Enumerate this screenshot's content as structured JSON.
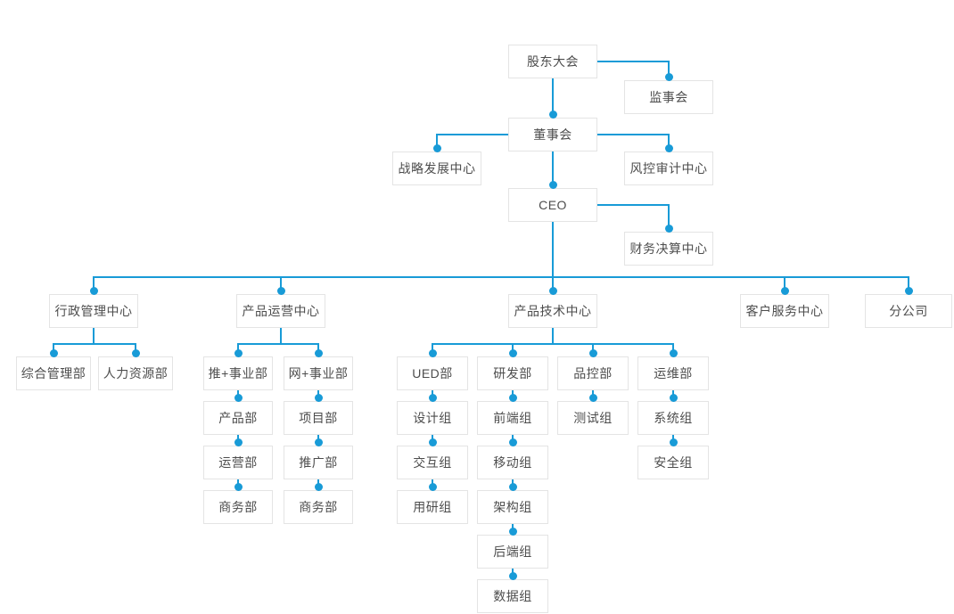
{
  "colors": {
    "connector_blue": "#189bd7",
    "node_border": "#e4e4e4",
    "node_text": "#4d4d4d",
    "background": "#ffffff"
  },
  "org": {
    "nodes": [
      {
        "id": "shareholders-meeting",
        "label": "股东大会",
        "parent": null
      },
      {
        "id": "supervisory-board",
        "label": "监事会",
        "parent": "shareholders-meeting"
      },
      {
        "id": "board-of-directors",
        "label": "董事会",
        "parent": "shareholders-meeting"
      },
      {
        "id": "strategy-development-center",
        "label": "战略发展中心",
        "parent": "board-of-directors"
      },
      {
        "id": "risk-audit-center",
        "label": "风控审计中心",
        "parent": "board-of-directors"
      },
      {
        "id": "ceo",
        "label": "CEO",
        "parent": "board-of-directors"
      },
      {
        "id": "finance-settlement-center",
        "label": "财务决算中心",
        "parent": "ceo"
      },
      {
        "id": "admin-management-center",
        "label": "行政管理中心",
        "parent": "ceo"
      },
      {
        "id": "product-operation-center",
        "label": "产品运营中心",
        "parent": "ceo"
      },
      {
        "id": "product-technology-center",
        "label": "产品技术中心",
        "parent": "ceo"
      },
      {
        "id": "customer-service-center",
        "label": "客户服务中心",
        "parent": "ceo"
      },
      {
        "id": "branch-company",
        "label": "分公司",
        "parent": "ceo"
      },
      {
        "id": "general-management-dept",
        "label": "综合管理部",
        "parent": "admin-management-center"
      },
      {
        "id": "human-resources-dept",
        "label": "人力资源部",
        "parent": "admin-management-center"
      },
      {
        "id": "tui-business-dept",
        "label": "推+事业部",
        "parent": "product-operation-center"
      },
      {
        "id": "wang-business-dept",
        "label": "网+事业部",
        "parent": "product-operation-center"
      },
      {
        "id": "product-dept",
        "label": "产品部",
        "parent": "tui-business-dept"
      },
      {
        "id": "project-dept",
        "label": "项目部",
        "parent": "wang-business-dept"
      },
      {
        "id": "operation-dept",
        "label": "运营部",
        "parent": "product-dept"
      },
      {
        "id": "promotion-dept",
        "label": "推广部",
        "parent": "project-dept"
      },
      {
        "id": "business-dept-1",
        "label": "商务部",
        "parent": "operation-dept"
      },
      {
        "id": "business-dept-2",
        "label": "商务部",
        "parent": "promotion-dept"
      },
      {
        "id": "ued-dept",
        "label": "UED部",
        "parent": "product-technology-center"
      },
      {
        "id": "rd-dept",
        "label": "研发部",
        "parent": "product-technology-center"
      },
      {
        "id": "qc-dept",
        "label": "品控部",
        "parent": "product-technology-center"
      },
      {
        "id": "ops-dept",
        "label": "运维部",
        "parent": "product-technology-center"
      },
      {
        "id": "design-group",
        "label": "设计组",
        "parent": "ued-dept"
      },
      {
        "id": "interaction-group",
        "label": "交互组",
        "parent": "design-group"
      },
      {
        "id": "user-research-group",
        "label": "用研组",
        "parent": "interaction-group"
      },
      {
        "id": "frontend-group",
        "label": "前端组",
        "parent": "rd-dept"
      },
      {
        "id": "mobile-group",
        "label": "移动组",
        "parent": "frontend-group"
      },
      {
        "id": "architecture-group",
        "label": "架构组",
        "parent": "mobile-group"
      },
      {
        "id": "backend-group",
        "label": "后端组",
        "parent": "architecture-group"
      },
      {
        "id": "data-group",
        "label": "数据组",
        "parent": "backend-group"
      },
      {
        "id": "testing-group",
        "label": "测试组",
        "parent": "qc-dept"
      },
      {
        "id": "system-group",
        "label": "系统组",
        "parent": "ops-dept"
      },
      {
        "id": "security-group",
        "label": "安全组",
        "parent": "system-group"
      }
    ]
  }
}
